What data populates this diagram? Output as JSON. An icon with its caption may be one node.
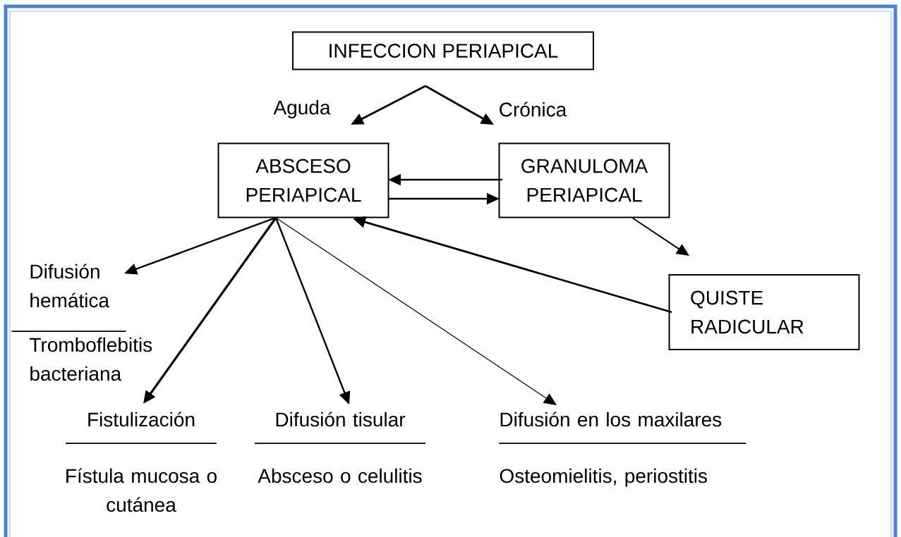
{
  "diagram": {
    "nodes": [
      {
        "text": [
          "INFECCION PERIAPICAL"
        ]
      },
      {
        "text": [
          "ABSCESO PERIAPICAL"
        ]
      },
      {
        "text": [
          "GRANULOMA PERIAPICAL"
        ]
      },
      {
        "text": [
          "QUISTE RADICULAR"
        ]
      },
      {
        "text": [
          "Difusión hemática",
          "Tromboflebitis bacteriana"
        ]
      },
      {
        "text": [
          "Fistulización",
          "Fístula mucosa o cutánea"
        ]
      },
      {
        "text": [
          "Difusión tisular",
          "Absceso o celulitis"
        ]
      },
      {
        "text": [
          "Difusión en los maxilares",
          "Osteomielitis, periostitis"
        ]
      }
    ],
    "edges": [
      {
        "from": 0,
        "to": 1,
        "arrow": "to",
        "label": "Aguda"
      },
      {
        "from": 0,
        "to": 2,
        "arrow": "to",
        "label": "Crónica"
      },
      {
        "from": 2,
        "to": 1,
        "arrow": "to"
      },
      {
        "from": 1,
        "to": 2,
        "arrow": "to"
      },
      {
        "from": 2,
        "to": 3,
        "arrow": "to"
      },
      {
        "from": 3,
        "to": 1,
        "arrow": "to"
      },
      {
        "from": 1,
        "to": 4,
        "arrow": "to"
      },
      {
        "from": 1,
        "to": 5,
        "arrow": "to"
      },
      {
        "from": 1,
        "to": 6,
        "arrow": "to"
      },
      {
        "from": 1,
        "to": 7,
        "arrow": "to"
      }
    ]
  }
}
